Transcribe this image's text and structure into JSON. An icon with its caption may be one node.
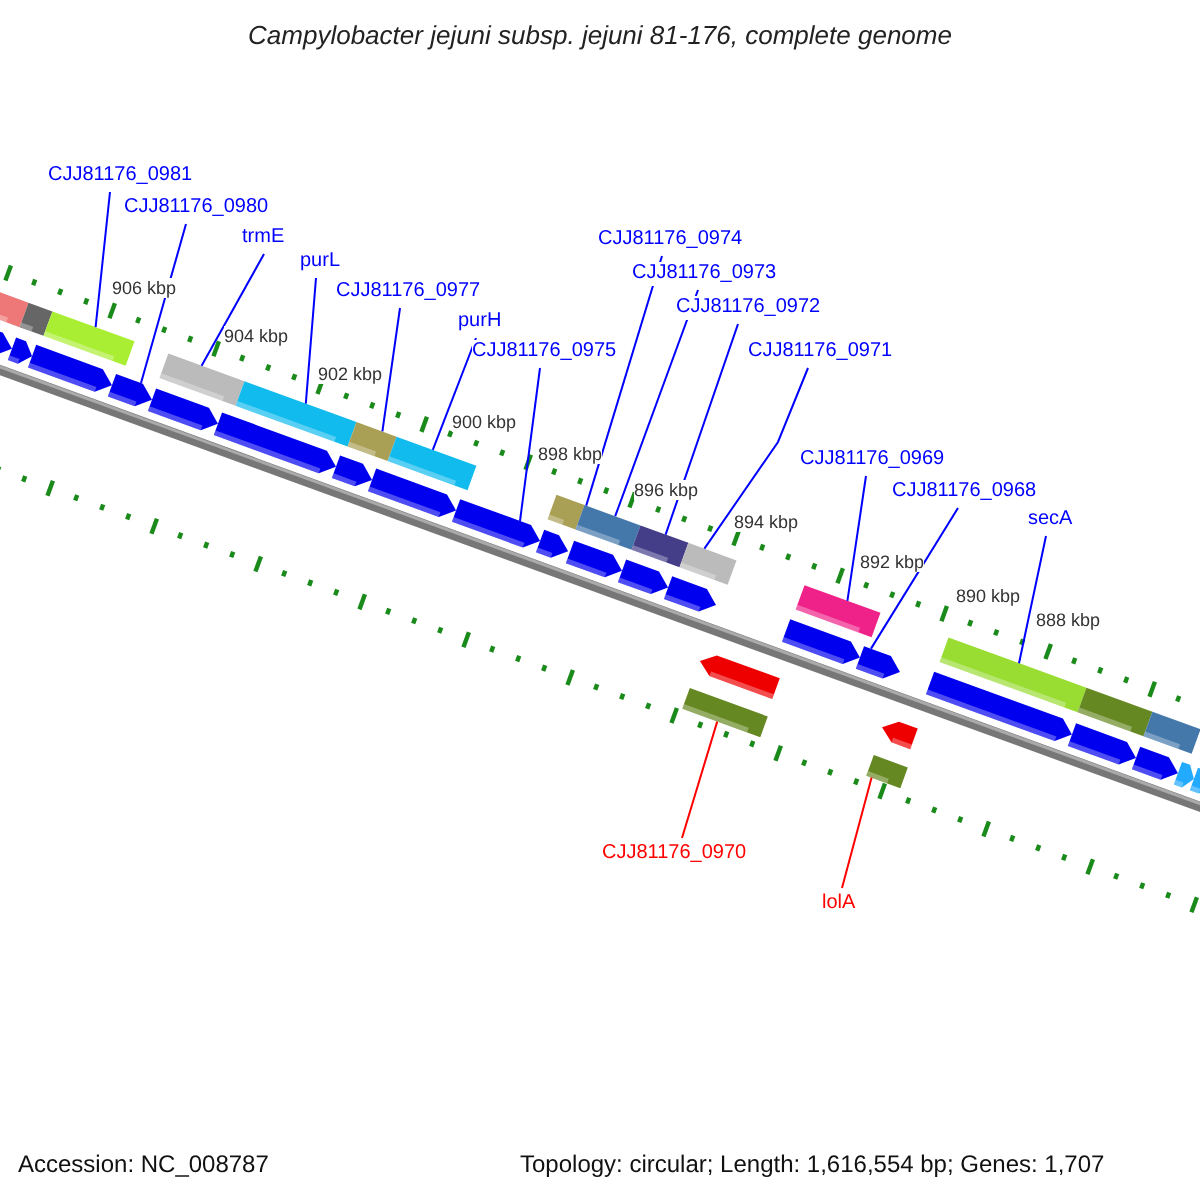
{
  "diagram": {
    "title": "Campylobacter jejuni subsp. jejuni 81-176, complete genome",
    "nodes": [
      {
        "text": [
          "CJJ81176_0981"
        ]
      },
      {
        "text": [
          "CJJ81176_0980"
        ]
      },
      {
        "text": [
          "trmE"
        ]
      },
      {
        "text": [
          "purL"
        ]
      },
      {
        "text": [
          "CJJ81176_0974"
        ]
      },
      {
        "text": [
          "CJJ81176_0977"
        ]
      },
      {
        "text": [
          "CJJ81176_0973"
        ]
      },
      {
        "text": [
          "purH"
        ]
      },
      {
        "text": [
          "CJJ81176_0972"
        ]
      },
      {
        "text": [
          "CJJ81176_0975"
        ]
      },
      {
        "text": [
          "CJJ81176_0971"
        ]
      },
      {
        "text": [
          "CJJ81176_0969"
        ]
      },
      {
        "text": [
          "CJJ81176_0968"
        ]
      },
      {
        "text": [
          "secA"
        ]
      },
      {
        "text": [
          "CJJ81176_0970"
        ]
      },
      {
        "text": [
          "lolA"
        ]
      }
    ],
    "edges": [
      {
        "from": 0,
        "to": null,
        "arrow": "none"
      },
      {
        "from": 1,
        "to": null,
        "arrow": "none"
      },
      {
        "from": 2,
        "to": null,
        "arrow": "none"
      },
      {
        "from": 3,
        "to": null,
        "arrow": "none"
      },
      {
        "from": 4,
        "to": null,
        "arrow": "none"
      },
      {
        "from": 5,
        "to": null,
        "arrow": "none"
      },
      {
        "from": 6,
        "to": null,
        "arrow": "none"
      },
      {
        "from": 7,
        "to": null,
        "arrow": "none"
      },
      {
        "from": 8,
        "to": null,
        "arrow": "none"
      },
      {
        "from": 9,
        "to": null,
        "arrow": "none"
      },
      {
        "from": 10,
        "to": null,
        "arrow": "none"
      },
      {
        "from": 11,
        "to": null,
        "arrow": "none"
      },
      {
        "from": 12,
        "to": null,
        "arrow": "none"
      },
      {
        "from": 13,
        "to": null,
        "arrow": "none"
      },
      {
        "from": 14,
        "to": null,
        "arrow": "none",
        "color": "#ff0000"
      },
      {
        "from": 15,
        "to": null,
        "arrow": "none",
        "color": "#ff0000"
      }
    ],
    "labels": [
      "906 kbp",
      "904 kbp",
      "902 kbp",
      "900 kbp",
      "898 kbp",
      "896 kbp",
      "894 kbp",
      "892 kbp",
      "890 kbp",
      "888 kbp",
      "Accession: NC_008787",
      "Topology: circular; Length: 1,616,554 bp; Genes: 1,707"
    ]
  }
}
